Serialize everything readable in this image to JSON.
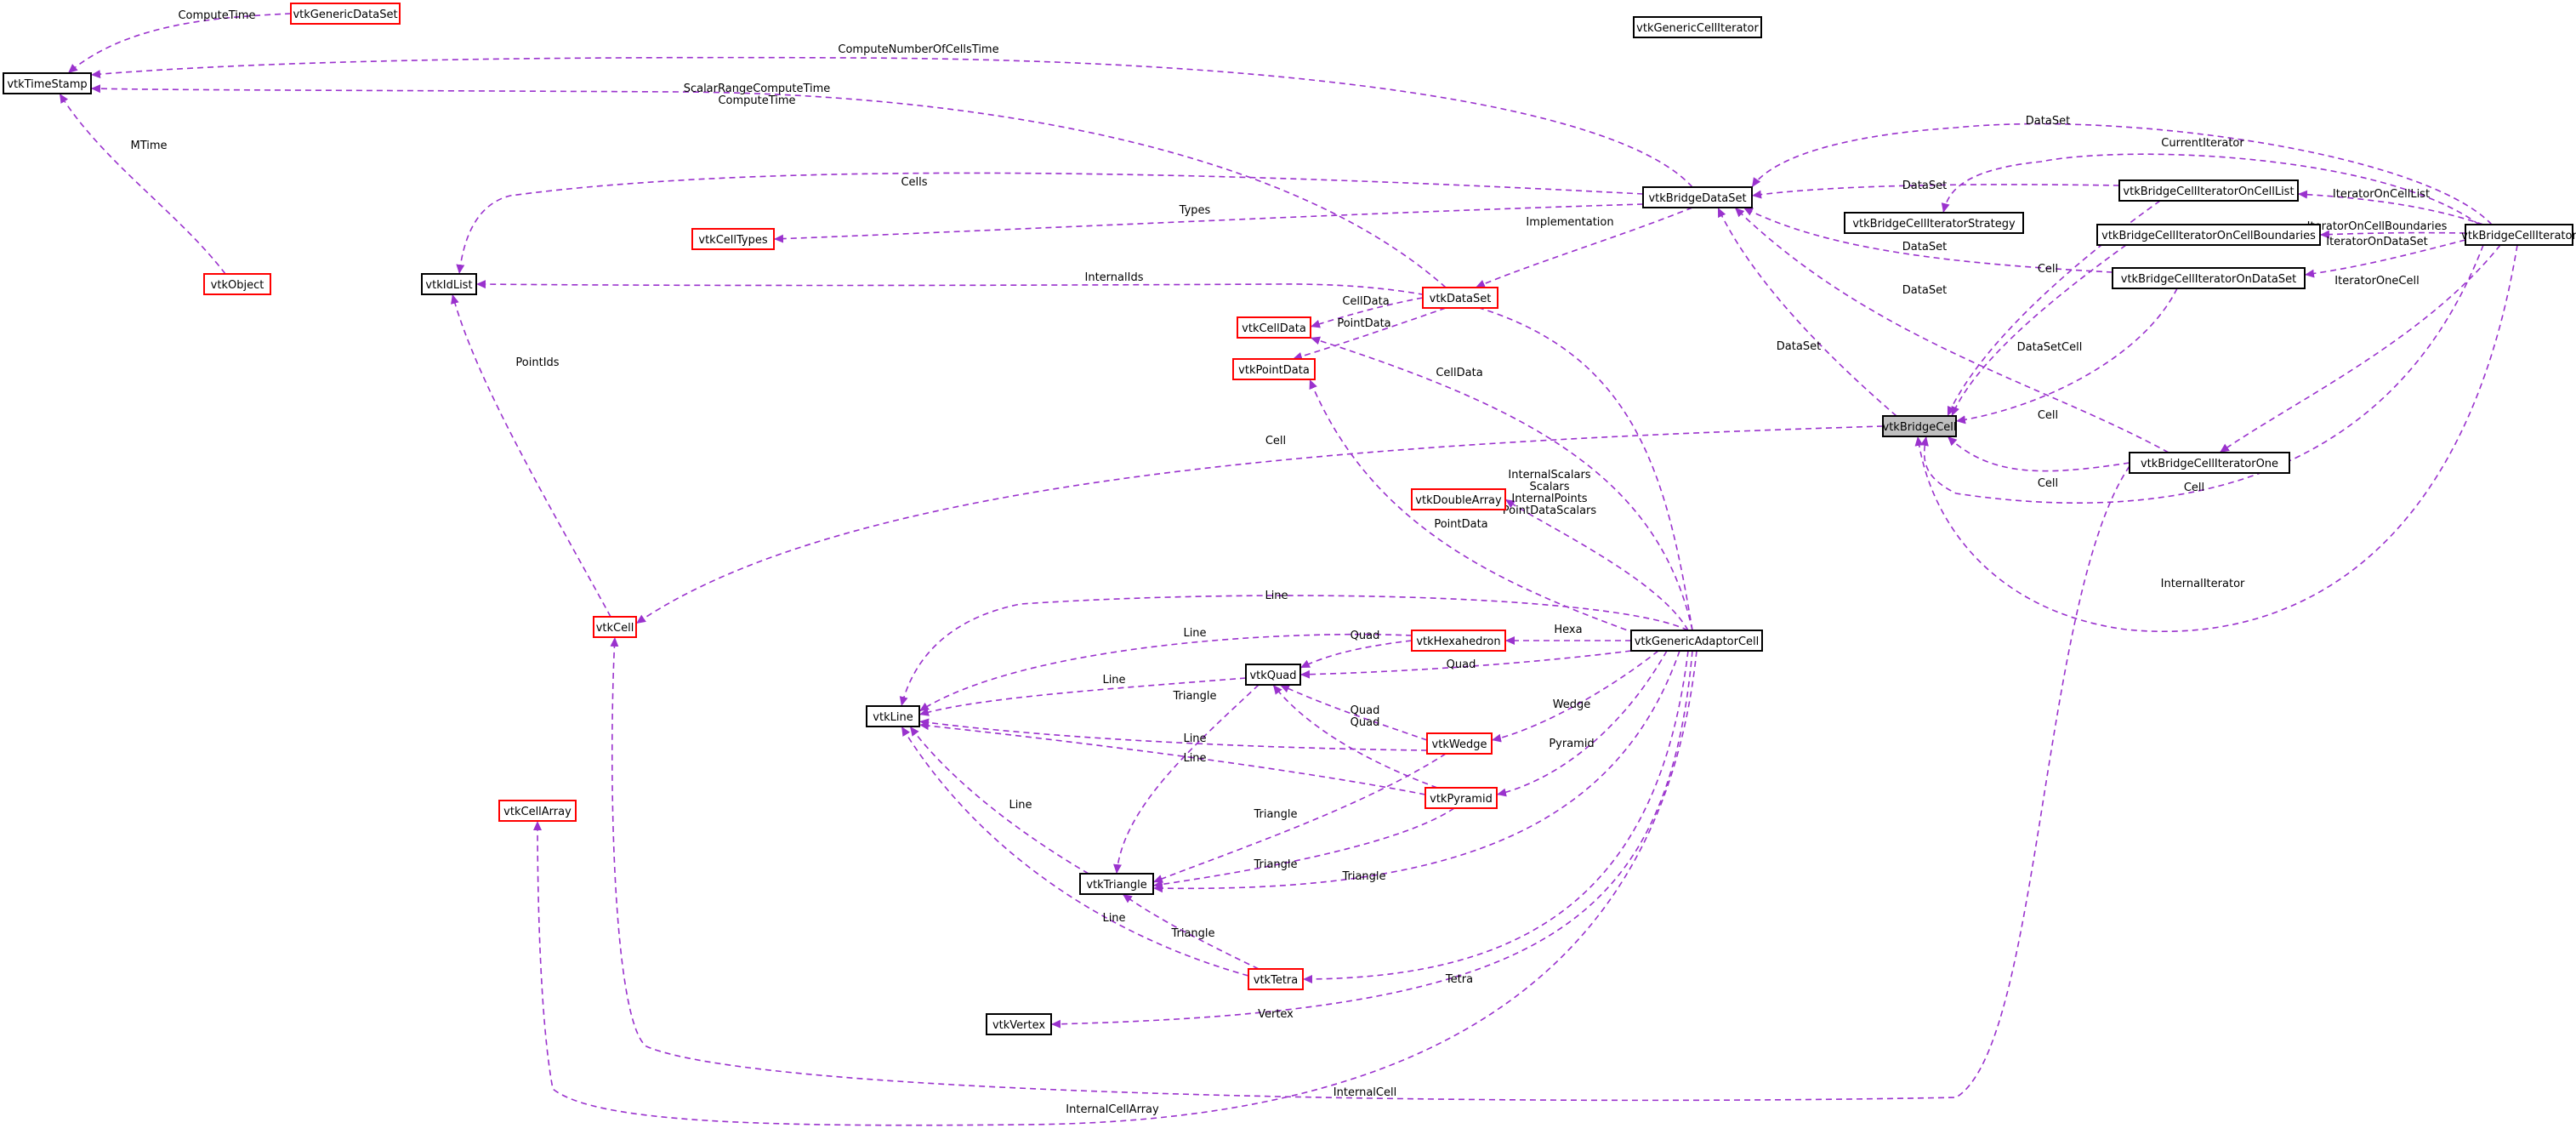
{
  "nodes": [
    {
      "id": "TimeStamp",
      "label": "vtkTimeStamp",
      "border": "black"
    },
    {
      "id": "GenericDataSet",
      "label": "vtkGenericDataSet",
      "border": "red"
    },
    {
      "id": "Object",
      "label": "vtkObject",
      "border": "red"
    },
    {
      "id": "IdList",
      "label": "vtkIdList",
      "border": "black"
    },
    {
      "id": "CellTypes",
      "label": "vtkCellTypes",
      "border": "red"
    },
    {
      "id": "GenericCellIterator",
      "label": "vtkGenericCellIterator",
      "border": "black"
    },
    {
      "id": "BridgeDataSet",
      "label": "vtkBridgeDataSet",
      "border": "black"
    },
    {
      "id": "DataSet",
      "label": "vtkDataSet",
      "border": "red"
    },
    {
      "id": "CellData",
      "label": "vtkCellData",
      "border": "red"
    },
    {
      "id": "PointData",
      "label": "vtkPointData",
      "border": "red"
    },
    {
      "id": "DoubleArray",
      "label": "vtkDoubleArray",
      "border": "red"
    },
    {
      "id": "Cell",
      "label": "vtkCell",
      "border": "red"
    },
    {
      "id": "Hexahedron",
      "label": "vtkHexahedron",
      "border": "red"
    },
    {
      "id": "Quad",
      "label": "vtkQuad",
      "border": "black"
    },
    {
      "id": "Line",
      "label": "vtkLine",
      "border": "black"
    },
    {
      "id": "Wedge",
      "label": "vtkWedge",
      "border": "red"
    },
    {
      "id": "Pyramid",
      "label": "vtkPyramid",
      "border": "red"
    },
    {
      "id": "Triangle",
      "label": "vtkTriangle",
      "border": "black"
    },
    {
      "id": "Tetra",
      "label": "vtkTetra",
      "border": "red"
    },
    {
      "id": "Vertex",
      "label": "vtkVertex",
      "border": "black"
    },
    {
      "id": "CellArray",
      "label": "vtkCellArray",
      "border": "red"
    },
    {
      "id": "GenericAdaptorCell",
      "label": "vtkGenericAdaptorCell",
      "border": "black"
    },
    {
      "id": "BridgeCell",
      "label": "vtkBridgeCell",
      "border": "gray"
    },
    {
      "id": "BridgeCellIteratorStrategy",
      "label": "vtkBridgeCellIteratorStrategy",
      "border": "black"
    },
    {
      "id": "BridgeCellIteratorOnCellList",
      "label": "vtkBridgeCellIteratorOnCellList",
      "border": "black"
    },
    {
      "id": "BridgeCellIteratorOnCellBoundaries",
      "label": "vtkBridgeCellIteratorOnCellBoundaries",
      "border": "black"
    },
    {
      "id": "BridgeCellIteratorOnDataSet",
      "label": "vtkBridgeCellIteratorOnDataSet",
      "border": "black"
    },
    {
      "id": "BridgeCellIterator",
      "label": "vtkBridgeCellIterator",
      "border": "black"
    },
    {
      "id": "BridgeCellIteratorOne",
      "label": "vtkBridgeCellIteratorOne",
      "border": "black"
    }
  ],
  "inheritance": [
    {
      "from": "Object",
      "to": "GenericDataSet"
    },
    {
      "from": "Object",
      "to": "GenericCellIterator"
    },
    {
      "from": "Object",
      "to": "IdList"
    },
    {
      "from": "Object",
      "to": "CellTypes"
    },
    {
      "from": "Object",
      "to": "Cell"
    },
    {
      "from": "Object",
      "to": "CellArray"
    },
    {
      "from": "Object",
      "to": "GenericAdaptorCell"
    },
    {
      "from": "GenericDataSet",
      "to": "BridgeDataSet"
    },
    {
      "from": "GenericCellIterator",
      "to": "BridgeCellIteratorStrategy"
    },
    {
      "from": "GenericCellIterator",
      "to": "BridgeCellIterator"
    },
    {
      "from": "GenericAdaptorCell",
      "to": "BridgeCell"
    },
    {
      "from": "BridgeCellIteratorStrategy",
      "to": "BridgeCellIteratorOnCellList"
    },
    {
      "from": "BridgeCellIteratorStrategy",
      "to": "BridgeCellIteratorOnCellBoundaries"
    },
    {
      "from": "BridgeCellIteratorStrategy",
      "to": "BridgeCellIteratorOnDataSet"
    },
    {
      "from": "BridgeCellIteratorStrategy",
      "to": "BridgeCellIteratorOne"
    },
    {
      "from": "Cell",
      "to": "Quad"
    },
    {
      "from": "Cell",
      "to": "Line"
    },
    {
      "from": "Cell",
      "to": "Triangle"
    },
    {
      "from": "Cell",
      "to": "Vertex"
    }
  ],
  "usage": [
    {
      "to": "TimeStamp",
      "from": "GenericDataSet",
      "label": "ComputeTime"
    },
    {
      "to": "TimeStamp",
      "from": "Object",
      "label": "MTime"
    },
    {
      "to": "TimeStamp",
      "from": "BridgeDataSet",
      "label": "ComputeNumberOfCellsTime"
    },
    {
      "to": "TimeStamp",
      "from": "DataSet",
      "label": "ScalarRangeComputeTime\nComputeTime"
    },
    {
      "to": "IdList",
      "from": "BridgeDataSet",
      "label": "Cells"
    },
    {
      "to": "IdList",
      "from": "GenericAdaptorCell",
      "label": "InternalIds"
    },
    {
      "to": "IdList",
      "from": "Cell",
      "label": "PointIds"
    },
    {
      "to": "CellTypes",
      "from": "BridgeDataSet",
      "label": "Types"
    },
    {
      "to": "DataSet",
      "from": "BridgeDataSet",
      "label": "Implementation"
    },
    {
      "to": "CellData",
      "from": "DataSet",
      "label": "CellData"
    },
    {
      "to": "PointData",
      "from": "DataSet",
      "label": "PointData"
    },
    {
      "to": "CellData",
      "from": "GenericAdaptorCell",
      "label": "CellData"
    },
    {
      "to": "PointData",
      "from": "GenericAdaptorCell",
      "label": "PointData"
    },
    {
      "to": "DoubleArray",
      "from": "GenericAdaptorCell",
      "label": "InternalScalars\nScalars\nInternalPoints\nPointDataScalars"
    },
    {
      "to": "Cell",
      "from": "BridgeCell",
      "label": "Cell"
    },
    {
      "to": "Hexahedron",
      "from": "GenericAdaptorCell",
      "label": "Hexa"
    },
    {
      "to": "Quad",
      "from": "GenericAdaptorCell",
      "label": "Quad"
    },
    {
      "to": "Quad",
      "from": "Hexahedron",
      "label": "Quad"
    },
    {
      "to": "Quad",
      "from": "Wedge",
      "label": "Quad"
    },
    {
      "to": "Quad",
      "from": "Pyramid",
      "label": "Quad"
    },
    {
      "to": "Line",
      "from": "GenericAdaptorCell",
      "label": "Line"
    },
    {
      "to": "Line",
      "from": "Hexahedron",
      "label": "Line"
    },
    {
      "to": "Line",
      "from": "Quad",
      "label": "Line"
    },
    {
      "to": "Line",
      "from": "Wedge",
      "label": "Line"
    },
    {
      "to": "Line",
      "from": "Pyramid",
      "label": "Line"
    },
    {
      "to": "Line",
      "from": "Triangle",
      "label": "Line"
    },
    {
      "to": "Line",
      "from": "Tetra",
      "label": "Line"
    },
    {
      "to": "Wedge",
      "from": "GenericAdaptorCell",
      "label": "Wedge"
    },
    {
      "to": "Pyramid",
      "from": "GenericAdaptorCell",
      "label": "Pyramid"
    },
    {
      "to": "Triangle",
      "from": "Quad",
      "label": "Triangle"
    },
    {
      "to": "Triangle",
      "from": "Wedge",
      "label": "Triangle"
    },
    {
      "to": "Triangle",
      "from": "Pyramid",
      "label": "Triangle"
    },
    {
      "to": "Triangle",
      "from": "GenericAdaptorCell",
      "label": "Triangle"
    },
    {
      "to": "Triangle",
      "from": "Tetra",
      "label": "Triangle"
    },
    {
      "to": "Tetra",
      "from": "GenericAdaptorCell",
      "label": "Tetra"
    },
    {
      "to": "Vertex",
      "from": "GenericAdaptorCell",
      "label": "Vertex"
    },
    {
      "to": "Cell",
      "from": "BridgeCellIteratorOne",
      "label": "InternalCell"
    },
    {
      "to": "CellArray",
      "from": "GenericAdaptorCell",
      "label": "InternalCellArray"
    },
    {
      "to": "BridgeDataSet",
      "from": "BridgeCell",
      "label": "DataSet"
    },
    {
      "to": "BridgeDataSet",
      "from": "BridgeCellIteratorOnCellList",
      "label": "DataSet"
    },
    {
      "to": "BridgeDataSet",
      "from": "BridgeCellIteratorOnDataSet",
      "label": "DataSet"
    },
    {
      "to": "BridgeDataSet",
      "from": "BridgeCellIteratorOne",
      "label": "DataSet"
    },
    {
      "to": "BridgeDataSet",
      "from": "BridgeCellIterator",
      "label": "DataSet"
    },
    {
      "to": "BridgeCell",
      "from": "BridgeCellIteratorOnCellList",
      "label": "Cell"
    },
    {
      "to": "BridgeCell",
      "from": "BridgeCellIteratorOnCellBoundaries",
      "label": "DataSetCell"
    },
    {
      "to": "BridgeCell",
      "from": "BridgeCellIteratorOnDataSet",
      "label": "Cell"
    },
    {
      "to": "BridgeCell",
      "from": "BridgeCellIteratorOne",
      "label": "Cell"
    },
    {
      "to": "BridgeCell",
      "from": "BridgeCellIterator",
      "label": "Cell"
    },
    {
      "to": "BridgeCell",
      "from": "BridgeCellIteratorOnCellBoundaries",
      "label": "Cell"
    },
    {
      "to": "BridgeCell",
      "from": "BridgeCellIterator",
      "label": "InternalIterator"
    },
    {
      "to": "BridgeCellIteratorStrategy",
      "from": "BridgeCellIterator",
      "label": "CurrentIterator"
    },
    {
      "to": "BridgeCellIteratorOnCellList",
      "from": "BridgeCellIterator",
      "label": "IteratorOnCellList"
    },
    {
      "to": "BridgeCellIteratorOnCellBoundaries",
      "from": "BridgeCellIterator",
      "label": "IteratorOnCellBoundaries"
    },
    {
      "to": "BridgeCellIteratorOnDataSet",
      "from": "BridgeCellIterator",
      "label": "IteratorOnDataSet"
    },
    {
      "to": "BridgeCellIteratorOne",
      "from": "BridgeCellIterator",
      "label": "IteratorOneCell"
    }
  ]
}
